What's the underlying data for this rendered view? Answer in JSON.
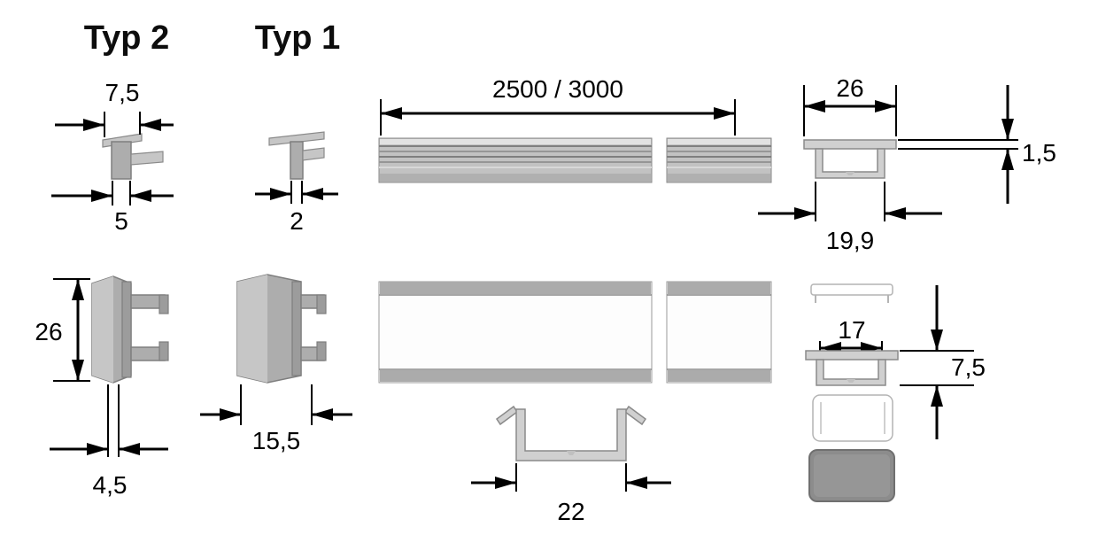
{
  "titles": {
    "typ2": "Typ 2",
    "typ1": "Typ 1"
  },
  "dims": {
    "typ2_clip_width": "7,5",
    "typ2_clip_leg": "5",
    "typ1_clip_leg": "2",
    "profile_length": "2500 / 3000",
    "recessed_outer_width": "26",
    "recessed_flange_thickness": "1,5",
    "recessed_body_width": "19,9",
    "cap_height": "26",
    "cap_slot_width": "4,5",
    "typ1_cap_width": "15,5",
    "surface_outer_width": "22",
    "inner_width": "17",
    "recessed_body_height": "7,5"
  },
  "colors": {
    "profile_gray": "#c2c2c2",
    "part_gray": "#adadad",
    "end_cap_gray": "#8c8c8c",
    "line_black": "#000000"
  }
}
